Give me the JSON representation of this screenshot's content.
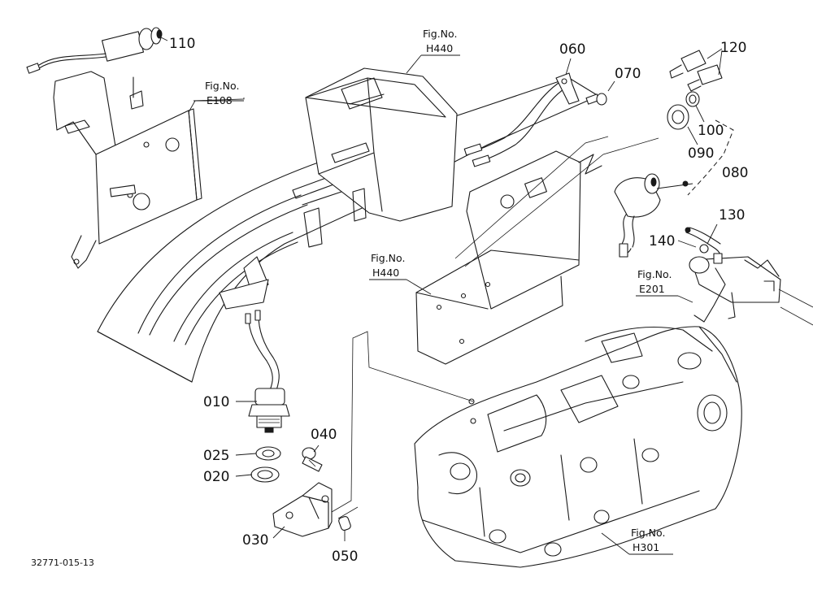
{
  "drawing_id": "32771-015-13",
  "part_numbers": {
    "p110": "110",
    "p060": "060",
    "p070": "070",
    "p120": "120",
    "p100": "100",
    "p090": "090",
    "p080": "080",
    "p130": "130",
    "p140": "140",
    "p010": "010",
    "p040": "040",
    "p025": "025",
    "p020": "020",
    "p030": "030",
    "p050": "050"
  },
  "figure_refs": {
    "e108": {
      "label": "Fig.No.",
      "number": "E108"
    },
    "h440_top": {
      "label": "Fig.No.",
      "number": "H440"
    },
    "h440_mid": {
      "label": "Fig.No.",
      "number": "H440"
    },
    "e201": {
      "label": "Fig.No.",
      "number": "E201"
    },
    "h301": {
      "label": "Fig.No.",
      "number": "H301"
    }
  }
}
